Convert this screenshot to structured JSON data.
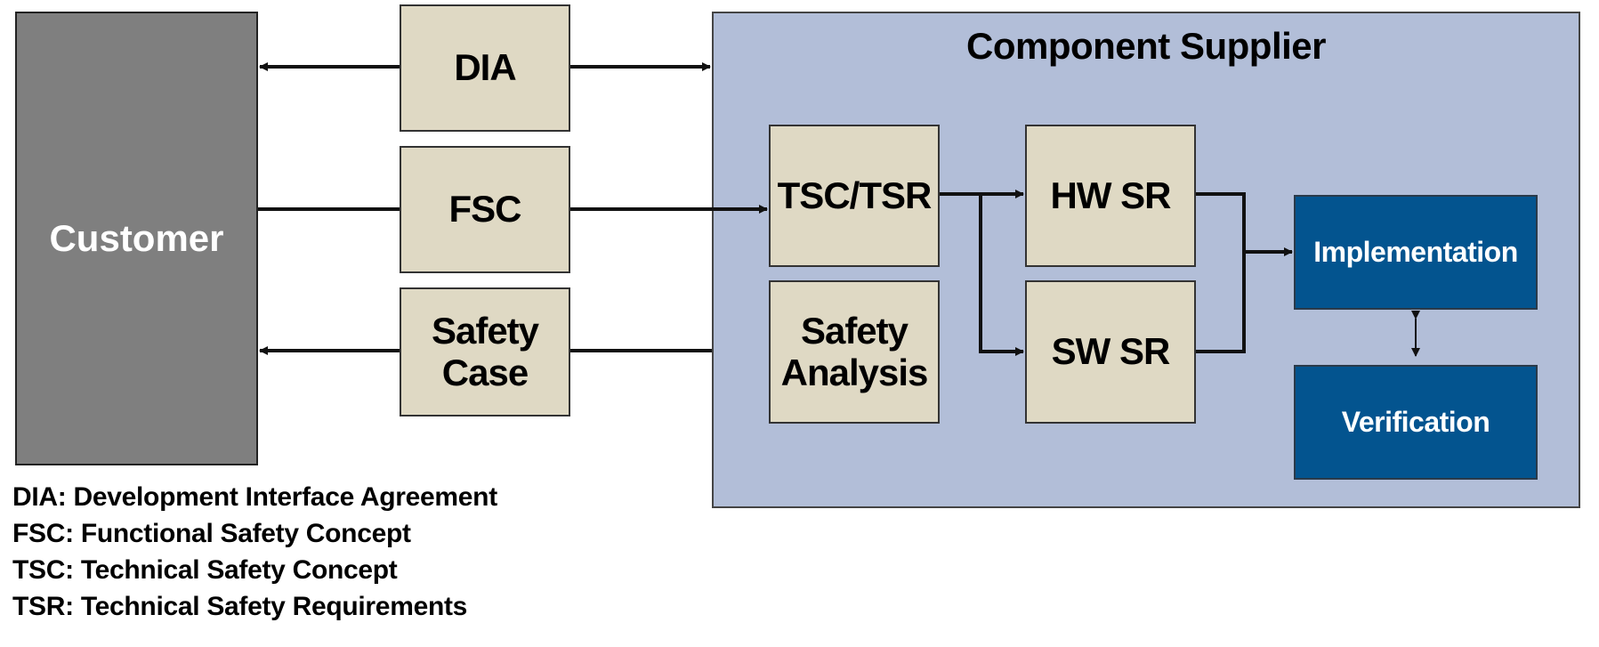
{
  "customer": {
    "label": "Customer",
    "color": "#7f7f7f"
  },
  "interfaces": [
    {
      "id": "dia",
      "label": "DIA"
    },
    {
      "id": "fsc",
      "label": "FSC"
    },
    {
      "id": "safety-case",
      "label": "Safety\nCase"
    }
  ],
  "supplier": {
    "title": "Component Supplier",
    "color": "#b2bed8",
    "blocks": {
      "tsc_tsr": "TSC/TSR",
      "safety_analysis": "Safety\nAnalysis",
      "hw_sr": "HW SR",
      "sw_sr": "SW SR",
      "implementation": "Implementation",
      "verification": "Verification"
    }
  },
  "colors": {
    "beige": "#dfd9c4",
    "blue": "#03548f",
    "arrow": "#111111"
  },
  "legend": [
    "DIA: Development Interface Agreement",
    "FSC: Functional Safety Concept",
    "TSC: Technical Safety Concept",
    "TSR: Technical Safety Requirements"
  ]
}
